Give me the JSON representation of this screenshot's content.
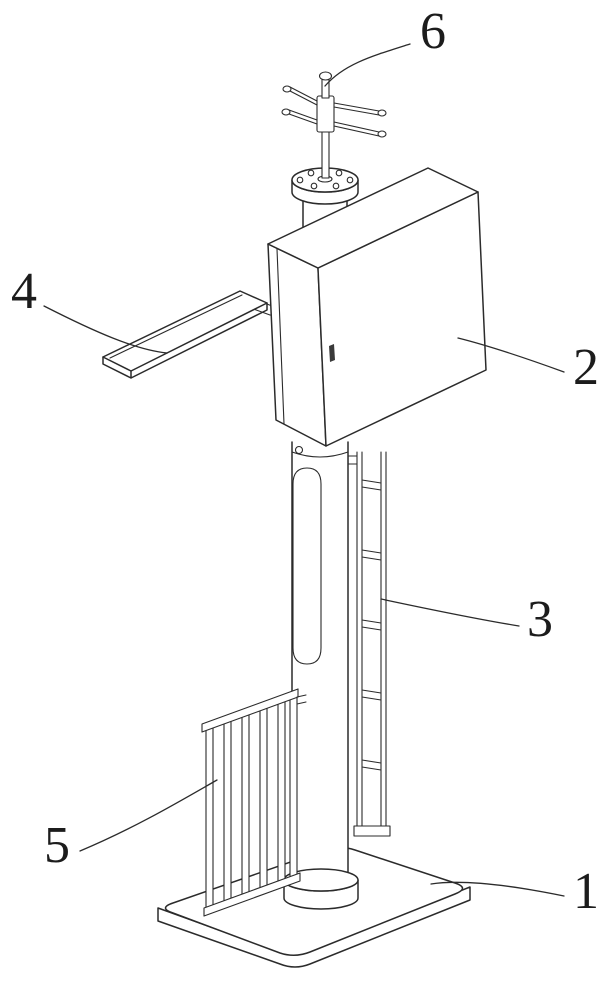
{
  "figure": {
    "background": "#ffffff",
    "line_color": "#2b2b2b",
    "label_color": "#1c1c1c",
    "callouts": [
      {
        "label": "1"
      },
      {
        "label": "2"
      },
      {
        "label": "3"
      },
      {
        "label": "4"
      },
      {
        "label": "5"
      },
      {
        "label": "6"
      }
    ]
  }
}
